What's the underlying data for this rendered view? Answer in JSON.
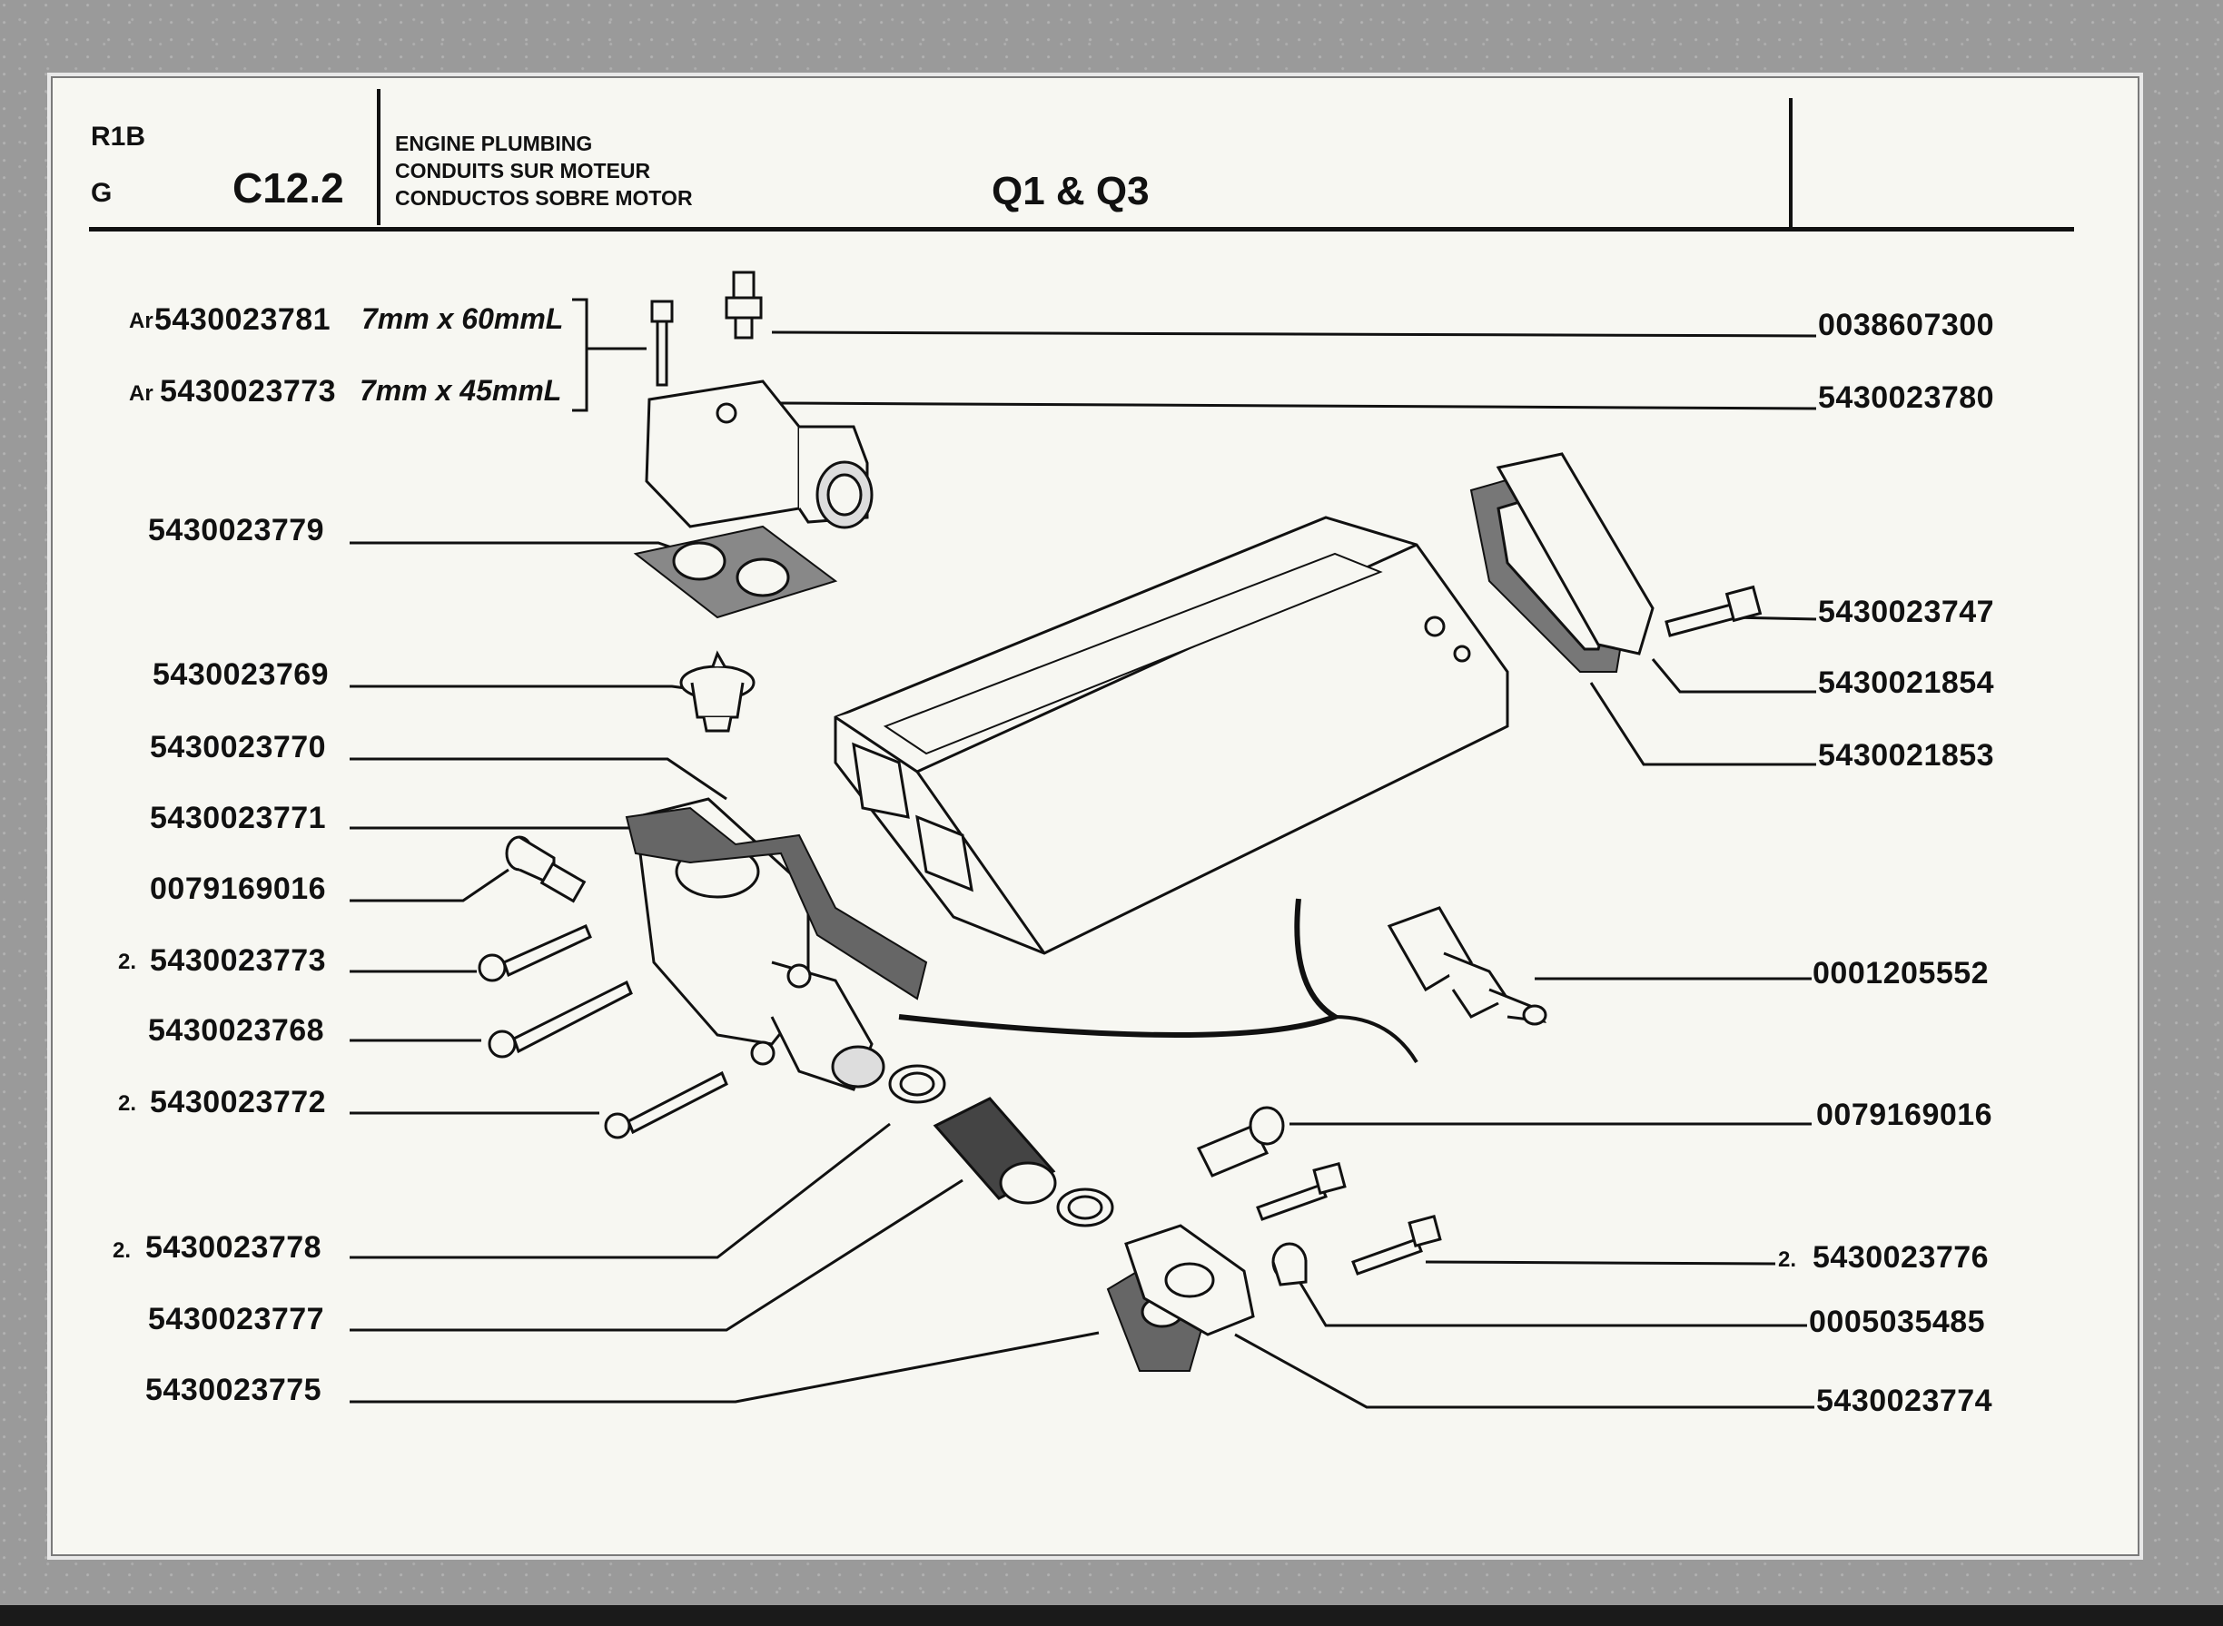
{
  "header": {
    "doc_code_top": "R1B",
    "doc_code_bottom": "G",
    "section": "C12.2",
    "title_lines": [
      "ENGINE PLUMBING",
      "CONDUITS SUR MOTEUR",
      "CONDUCTOS SOBRE MOTOR"
    ],
    "model": "Q1 & Q3"
  },
  "alternates": [
    {
      "prefix": "Ar",
      "part": "5430023781",
      "spec": "7mm x 60mmL"
    },
    {
      "prefix": "Ar",
      "part": "5430023773",
      "spec": "7mm x 45mmL"
    }
  ],
  "left_callouts": [
    {
      "qty": "",
      "part": "5430023779"
    },
    {
      "qty": "",
      "part": "5430023769"
    },
    {
      "qty": "",
      "part": "5430023770"
    },
    {
      "qty": "",
      "part": "5430023771"
    },
    {
      "qty": "",
      "part": "0079169016"
    },
    {
      "qty": "2.",
      "part": "5430023773"
    },
    {
      "qty": "",
      "part": "5430023768"
    },
    {
      "qty": "2.",
      "part": "5430023772"
    },
    {
      "qty": "2.",
      "part": "5430023778"
    },
    {
      "qty": "",
      "part": "5430023777"
    },
    {
      "qty": "",
      "part": "5430023775"
    }
  ],
  "right_callouts": [
    {
      "qty": "",
      "part": "0038607300"
    },
    {
      "qty": "",
      "part": "5430023780"
    },
    {
      "qty": "",
      "part": "5430023747"
    },
    {
      "qty": "",
      "part": "5430021854"
    },
    {
      "qty": "",
      "part": "5430021853"
    },
    {
      "qty": "",
      "part": "0001205552"
    },
    {
      "qty": "",
      "part": "0079169016"
    },
    {
      "qty": "2.",
      "part": "5430023776"
    },
    {
      "qty": "",
      "part": "0005035485"
    },
    {
      "qty": "",
      "part": "5430023774"
    }
  ],
  "colors": {
    "ink": "#111111",
    "paper": "#f7f7f2",
    "gasket": "#555555"
  }
}
